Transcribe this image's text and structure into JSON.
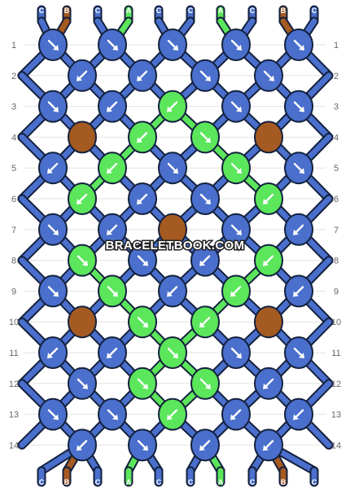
{
  "watermark": "BRACELETBOOK.COM",
  "colors": {
    "A": "#5be65b",
    "B": "#a55a22",
    "C": "#4a6fcc"
  },
  "strands_top": [
    "C",
    "B",
    "C",
    "A",
    "C",
    "C",
    "A",
    "C",
    "B",
    "C"
  ],
  "strands_bottom": [
    "C",
    "B",
    "C",
    "A",
    "C",
    "C",
    "A",
    "C",
    "B",
    "C"
  ],
  "row_numbers": [
    "1",
    "2",
    "3",
    "4",
    "5",
    "6",
    "7",
    "8",
    "9",
    "10",
    "11",
    "12",
    "13",
    "14"
  ],
  "knot_rows": [
    [
      {
        "c": "C",
        "d": "SE"
      },
      {
        "c": "C",
        "d": "SE"
      },
      {
        "c": "C",
        "d": "SE"
      },
      {
        "c": "C",
        "d": "SE"
      },
      {
        "c": "C",
        "d": "SE"
      }
    ],
    [
      {
        "c": "C",
        "d": "SW"
      },
      {
        "c": "C",
        "d": "SW"
      },
      {
        "c": "C",
        "d": "SE"
      },
      {
        "c": "C",
        "d": "SE"
      }
    ],
    [
      {
        "c": "C",
        "d": "SE"
      },
      {
        "c": "C",
        "d": "SW"
      },
      {
        "c": "A",
        "d": "SW"
      },
      {
        "c": "C",
        "d": "SE"
      },
      {
        "c": "C",
        "d": "SE"
      }
    ],
    [
      {
        "c": "B",
        "d": ""
      },
      {
        "c": "A",
        "d": "SW"
      },
      {
        "c": "A",
        "d": "SE"
      },
      {
        "c": "B",
        "d": ""
      }
    ],
    [
      {
        "c": "C",
        "d": "SW"
      },
      {
        "c": "A",
        "d": "SW"
      },
      {
        "c": "C",
        "d": "SE"
      },
      {
        "c": "A",
        "d": "SE"
      },
      {
        "c": "C",
        "d": "SE"
      }
    ],
    [
      {
        "c": "A",
        "d": "SW"
      },
      {
        "c": "C",
        "d": "SW"
      },
      {
        "c": "C",
        "d": "SE"
      },
      {
        "c": "A",
        "d": "SW"
      }
    ],
    [
      {
        "c": "C",
        "d": "SE"
      },
      {
        "c": "C",
        "d": "SW"
      },
      {
        "c": "B",
        "d": ""
      },
      {
        "c": "C",
        "d": "SE"
      },
      {
        "c": "C",
        "d": "SW"
      }
    ],
    [
      {
        "c": "A",
        "d": "SE"
      },
      {
        "c": "C",
        "d": "SE"
      },
      {
        "c": "C",
        "d": "SW"
      },
      {
        "c": "A",
        "d": "SW"
      }
    ],
    [
      {
        "c": "C",
        "d": "SE"
      },
      {
        "c": "A",
        "d": "SE"
      },
      {
        "c": "C",
        "d": "SW"
      },
      {
        "c": "A",
        "d": "SW"
      },
      {
        "c": "C",
        "d": "SW"
      }
    ],
    [
      {
        "c": "B",
        "d": ""
      },
      {
        "c": "A",
        "d": "SE"
      },
      {
        "c": "A",
        "d": "SW"
      },
      {
        "c": "B",
        "d": ""
      }
    ],
    [
      {
        "c": "C",
        "d": "SW"
      },
      {
        "c": "C",
        "d": "SW"
      },
      {
        "c": "A",
        "d": "SE"
      },
      {
        "c": "C",
        "d": "SE"
      },
      {
        "c": "C",
        "d": "SE"
      }
    ],
    [
      {
        "c": "C",
        "d": "SE"
      },
      {
        "c": "A",
        "d": "SE"
      },
      {
        "c": "A",
        "d": "SE"
      },
      {
        "c": "C",
        "d": "SW"
      }
    ],
    [
      {
        "c": "C",
        "d": "SE"
      },
      {
        "c": "C",
        "d": "SE"
      },
      {
        "c": "A",
        "d": "SW"
      },
      {
        "c": "C",
        "d": "SW"
      },
      {
        "c": "C",
        "d": "SW"
      }
    ],
    [
      {
        "c": "C",
        "d": "SW"
      },
      {
        "c": "C",
        "d": "SE"
      },
      {
        "c": "C",
        "d": "SW"
      },
      {
        "c": "C",
        "d": "SW"
      }
    ]
  ]
}
